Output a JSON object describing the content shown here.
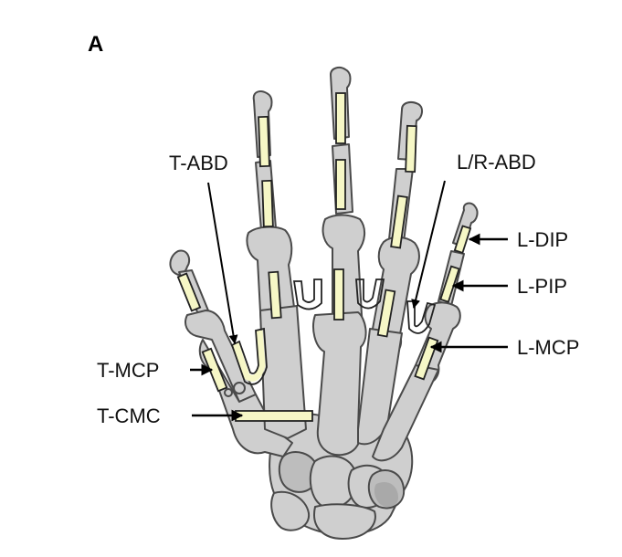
{
  "figure": {
    "panel_label": "A",
    "labels": {
      "t_abd": "T-ABD",
      "lr_abd": "L/R-ABD",
      "l_dip": "L-DIP",
      "l_pip": "L-PIP",
      "l_mcp": "L-MCP",
      "t_mcp": "T-MCP",
      "t_cmc": "T-CMC"
    }
  },
  "colors": {
    "bone": "#cfcfcf",
    "bone_outline": "#4a4a4a",
    "sensor": "#f6f7c6",
    "arrow": "#000000"
  }
}
